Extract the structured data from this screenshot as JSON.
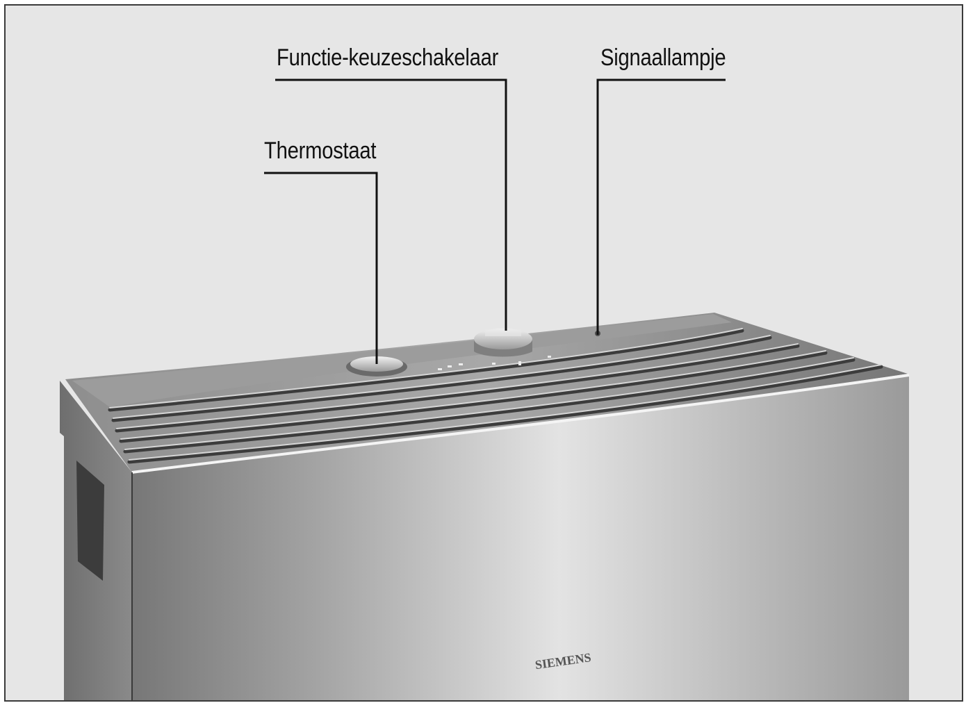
{
  "labels": {
    "thermostat": "Thermostaat",
    "function_selector": "Functie-keuzeschakelaar",
    "signal_lamp": "Signaallampje"
  },
  "brand": "SIEMENS",
  "colors": {
    "background": "#e6e6e6",
    "leader_line": "#111111",
    "housing_light": "#e2e2e2",
    "housing_dark": "#7a7a7a"
  }
}
